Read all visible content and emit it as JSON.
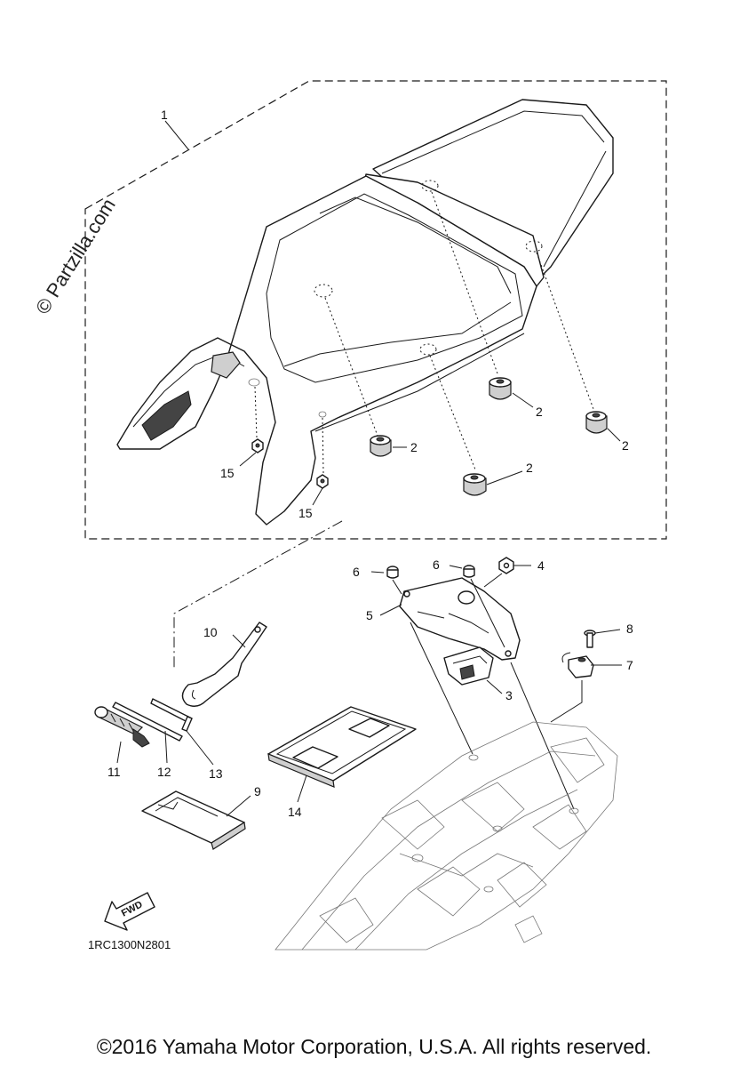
{
  "watermark": "© Partzilla.com",
  "diagram_code": "1RC1300N2801",
  "fwd_label": "FWD",
  "copyright": "©2016 Yamaha Motor Corporation, U.S.A. All rights reserved.",
  "callouts": {
    "c1": "1",
    "c2a": "2",
    "c2b": "2",
    "c2c": "2",
    "c2d": "2",
    "c3": "3",
    "c4": "4",
    "c5": "5",
    "c6a": "6",
    "c6b": "6",
    "c7": "7",
    "c8": "8",
    "c9": "9",
    "c10": "10",
    "c11": "11",
    "c12": "12",
    "c13": "13",
    "c14": "14",
    "c15a": "15",
    "c15b": "15"
  }
}
